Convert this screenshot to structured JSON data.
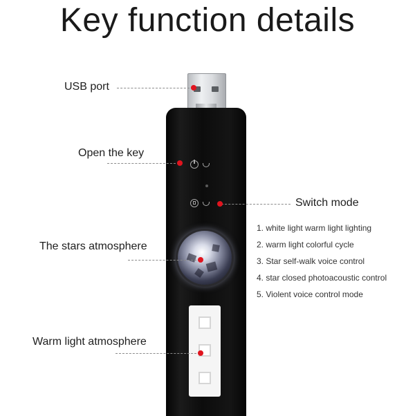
{
  "title": "Key function details",
  "callouts": {
    "usb_port": "USB port",
    "open_key": "Open the key",
    "switch_mode": "Switch mode",
    "stars_atmosphere": "The stars atmosphere",
    "warm_light_atmosphere": "Warm light atmosphere"
  },
  "modes": [
    "1. white light warm light lighting",
    "2. warm light colorful cycle",
    "3. Star self-walk voice control",
    "4. star closed photoacoustic control",
    "5. Violent voice control mode"
  ],
  "colors": {
    "marker": "#e0141e",
    "device_body": "#0c0c0c",
    "connector": "#dadcdf"
  },
  "icons": {
    "power_button": "power-icon",
    "mode_button": "mode-icon"
  }
}
